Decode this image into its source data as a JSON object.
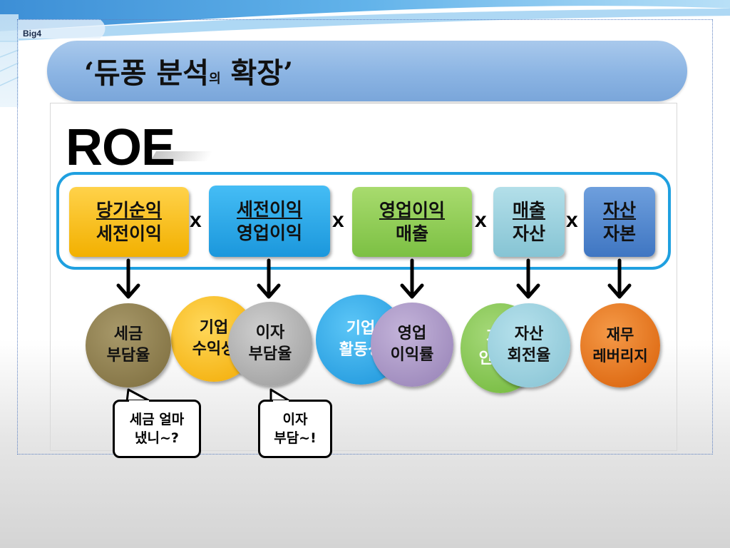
{
  "brand": "Big4",
  "title": {
    "part1": "‘듀퐁 분석",
    "small": "의",
    "part2": " 확장’"
  },
  "heading": "ROE",
  "ratios": [
    {
      "numerator": "당기순익",
      "denominator": "세전이익",
      "color": "#f6b800"
    },
    {
      "numerator": "세전이익",
      "denominator": "영업이익",
      "color": "#2aa6e8"
    },
    {
      "numerator": "영업이익",
      "denominator": "매출",
      "color": "#8dcb4e"
    },
    {
      "numerator": "매출",
      "denominator": "자산",
      "color": "#93cddb"
    },
    {
      "numerator": "자산",
      "denominator": "자본",
      "color": "#4f86cc"
    }
  ],
  "operator": "x",
  "circles": {
    "tax_burden": {
      "line1": "세금",
      "line2": "부담율",
      "color": "#8a7a4a"
    },
    "profitability": {
      "line1": "기업",
      "line2": "수익성",
      "color": "#f7b918"
    },
    "interest_burden": {
      "line1": "이자",
      "line2": "부담율",
      "color": "#a6a6a6"
    },
    "activity": {
      "line1": "기업",
      "line2": "활동성",
      "color": "#28a4e6"
    },
    "operating_margin": {
      "line1": "영업",
      "line2": "이익률",
      "color": "#a692c0"
    },
    "stability": {
      "line1": "기업",
      "line2": "안정성",
      "color": "#86c64a"
    },
    "asset_turnover": {
      "line1": "자산",
      "line2": "회전율",
      "color": "#8fc9d8"
    },
    "leverage": {
      "line1": "재무",
      "line2": "레버리지",
      "color": "#e46c0a"
    }
  },
  "bubbles": [
    {
      "line1": "세금 얼마",
      "line2": "냈니~?"
    },
    {
      "line1": "이자",
      "line2": "부담~!"
    }
  ]
}
